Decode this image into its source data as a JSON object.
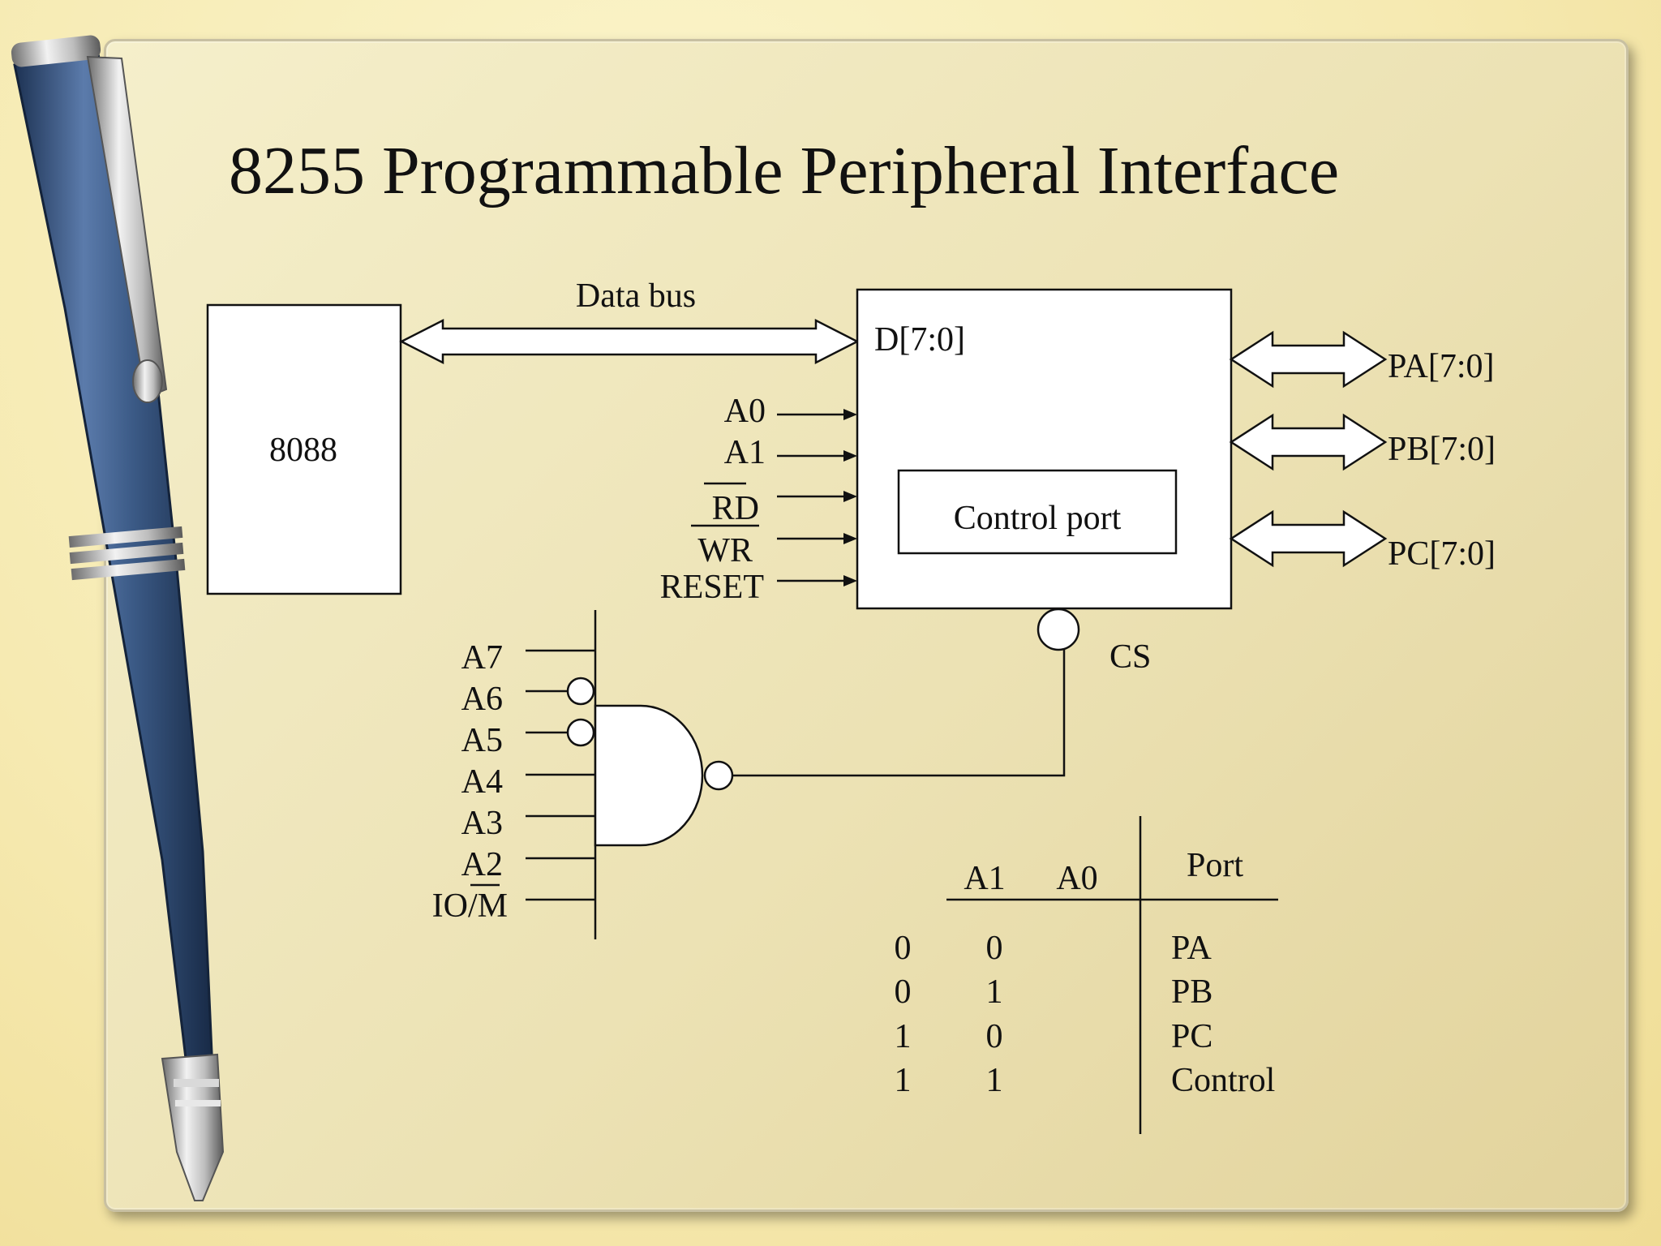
{
  "slide": {
    "title": "8255 Programmable Peripheral Interface"
  },
  "diagram": {
    "cpu_label": "8088",
    "data_bus_label": "Data bus",
    "data_pins_label": "D[7:0]",
    "control_port_label": "Control port",
    "input_signals": [
      "A0",
      "A1",
      "RD",
      "WR",
      "RESET"
    ],
    "overlined_signals": [
      "RD",
      "WR"
    ],
    "ports": [
      "PA[7:0]",
      "PB[7:0]",
      "PC[7:0]"
    ],
    "chip_select_label": "CS",
    "decoder_inputs": [
      "A7",
      "A6",
      "A5",
      "A4",
      "A3",
      "A2",
      "IO/M"
    ],
    "inverted_decoder_inputs": [
      "A6",
      "A5"
    ],
    "colors": {
      "background": "#f6eab2",
      "panel": "#ece2b4",
      "pen_body": "#3b5a86",
      "line": "#111111",
      "fill": "#ffffff"
    }
  },
  "port_table": {
    "headers": {
      "a1": "A1",
      "a0": "A0",
      "port": "Port"
    },
    "rows": [
      {
        "a1": "0",
        "a0": "0",
        "port": "PA"
      },
      {
        "a1": "0",
        "a0": "1",
        "port": "PB"
      },
      {
        "a1": "1",
        "a0": "0",
        "port": "PC"
      },
      {
        "a1": "1",
        "a0": "1",
        "port": "Control"
      }
    ]
  }
}
